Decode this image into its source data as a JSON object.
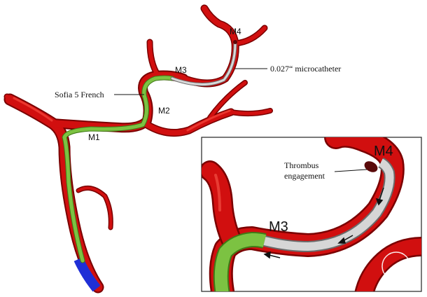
{
  "labels": {
    "m1": "M1",
    "m2": "M2",
    "m3": "M3",
    "m4": "M4",
    "sofia": "Sofia 5 French",
    "microcatheter": "0.027“ microcatheter",
    "inset_m3": "M3",
    "inset_m4": "M4",
    "thrombus_line1": "Thrombus",
    "thrombus_line2": "engagement"
  },
  "colors": {
    "vessel": "#d10f0f",
    "vessel_dark": "#7a0000",
    "sofia_catheter": "#7cc242",
    "microcatheter": "#c8c8c8",
    "guide_catheter": "#1f2fd6",
    "thrombus": "#5a0a0a"
  }
}
